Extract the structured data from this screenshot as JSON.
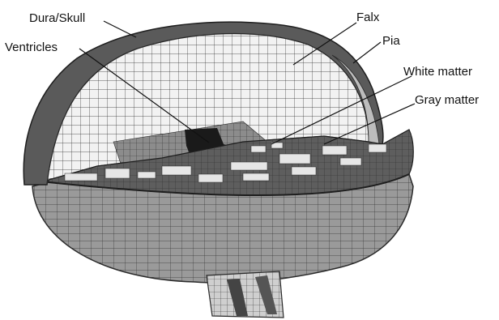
{
  "labels": {
    "dura_skull": "Dura/Skull",
    "ventricles": "Ventricles",
    "falx": "Falx",
    "pia": "Pia",
    "white_matter": "White matter",
    "gray_matter": "Gray matter"
  },
  "colors": {
    "background": "#ffffff",
    "mesh_line": "#2a2a2a",
    "dura_shell": "#5a5a5a",
    "falx_face": "#f2f2f2",
    "pia_band": "#bdbdbd",
    "white_matter": "#e6e6e6",
    "gray_matter": "#5e5e5e",
    "ventricles": "#1a1a1a",
    "lower_shell": "#9a9a9a",
    "annotation_line": "#111111"
  }
}
